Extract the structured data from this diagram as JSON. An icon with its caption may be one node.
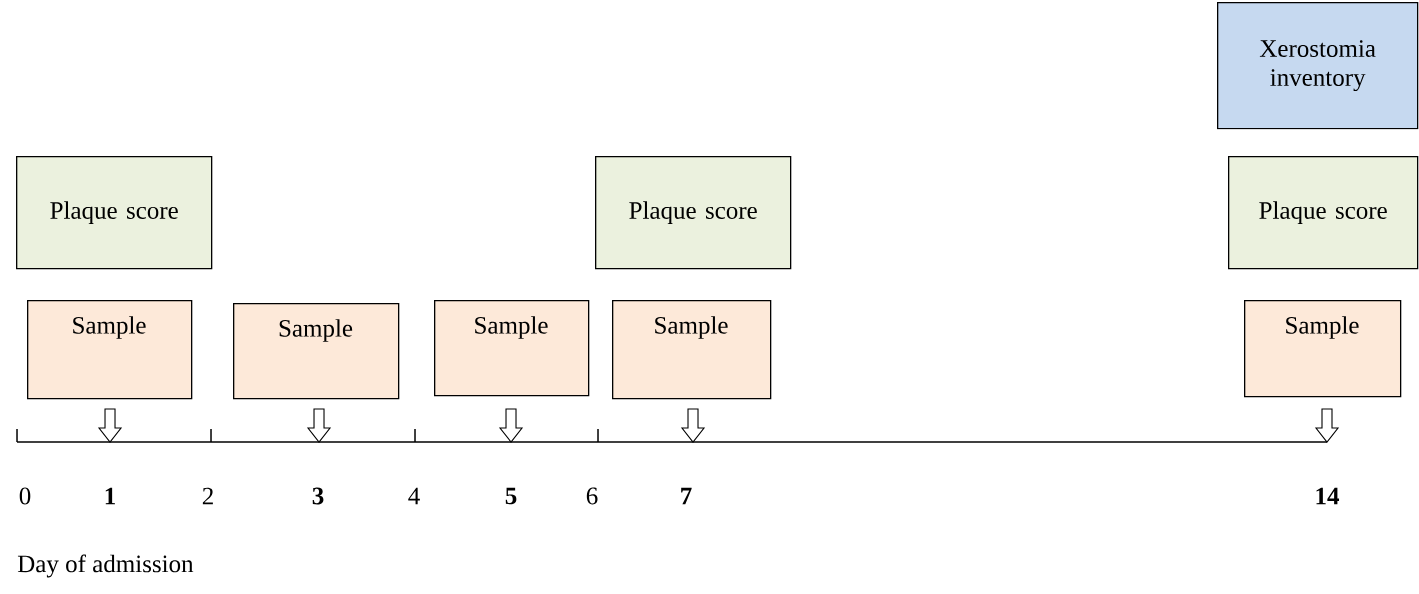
{
  "diagram": {
    "nodes": [
      {
        "text": [
          "Xerostomia inventory"
        ]
      },
      {
        "text": [
          "Plaque score"
        ]
      },
      {
        "text": [
          "Plaque score"
        ]
      },
      {
        "text": [
          "Plaque score"
        ]
      },
      {
        "text": [
          "Sample"
        ]
      },
      {
        "text": [
          "Sample"
        ]
      },
      {
        "text": [
          "Sample"
        ]
      },
      {
        "text": [
          "Sample"
        ]
      },
      {
        "text": [
          "Sample"
        ]
      }
    ],
    "labels": [
      "0",
      "1",
      "2",
      "3",
      "4",
      "5",
      "6",
      "7",
      "14",
      "Day of admission"
    ]
  }
}
